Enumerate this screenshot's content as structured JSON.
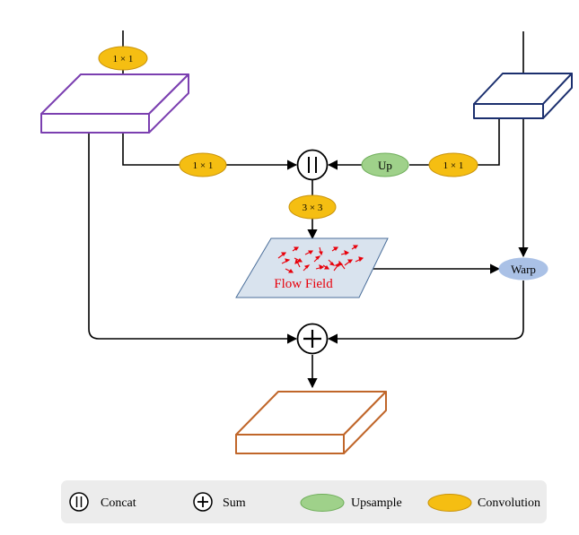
{
  "diagram": {
    "ops": {
      "conv_top_left": "1 × 1",
      "conv_mid_left": "1 × 1",
      "conv_right": "1 × 1",
      "conv_3x3": "3 × 3",
      "up": "Up",
      "warp": "Warp"
    },
    "flow_field_label": "Flow Field",
    "colors": {
      "conv_fill": "#f5be12",
      "conv_stroke": "#c9930a",
      "up_fill": "#9fd18a",
      "up_stroke": "#6fae5a",
      "warp_fill": "#aac1e6",
      "purple_block": "#7b3fb0",
      "navy_block": "#1b2f6e",
      "orange_block": "#c0662a",
      "flow_panel": "#d9e3ee",
      "flow_arrows": "#e8000b",
      "legend_bg": "#ececec"
    }
  },
  "legend": {
    "items": [
      {
        "icon": "concat-icon",
        "label": "Concat"
      },
      {
        "icon": "sum-icon",
        "label": "Sum"
      },
      {
        "icon": "upsample-icon",
        "label": "Upsample"
      },
      {
        "icon": "convolution-icon",
        "label": "Convolution"
      }
    ]
  }
}
